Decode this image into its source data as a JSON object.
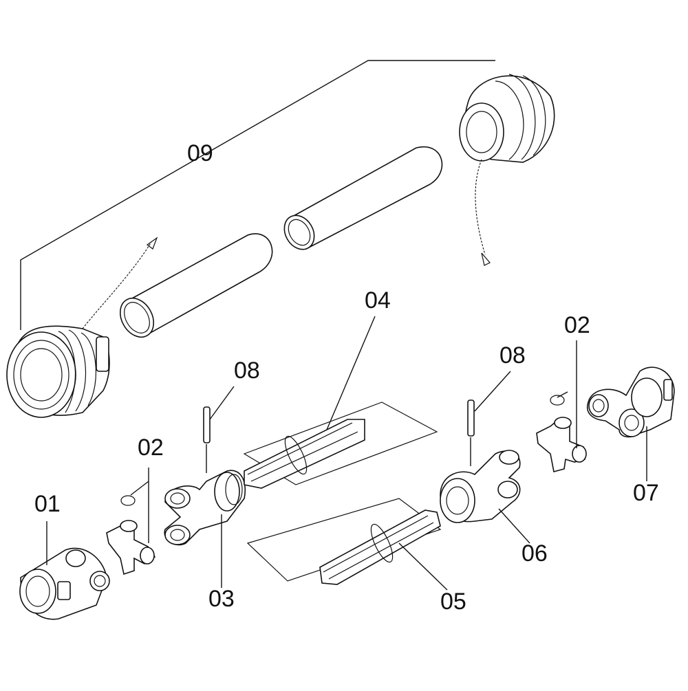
{
  "parts": [
    {
      "id": "01"
    },
    {
      "id": "02"
    },
    {
      "id": "03"
    },
    {
      "id": "04"
    },
    {
      "id": "05"
    },
    {
      "id": "06"
    },
    {
      "id": "07"
    },
    {
      "id": "08"
    },
    {
      "id": "09"
    }
  ],
  "labels": {
    "p01": "01",
    "p02_left": "02",
    "p02_right": "02",
    "p03": "03",
    "p04": "04",
    "p05": "05",
    "p06": "06",
    "p07": "07",
    "p08_left": "08",
    "p08_right": "08",
    "p09": "09"
  }
}
